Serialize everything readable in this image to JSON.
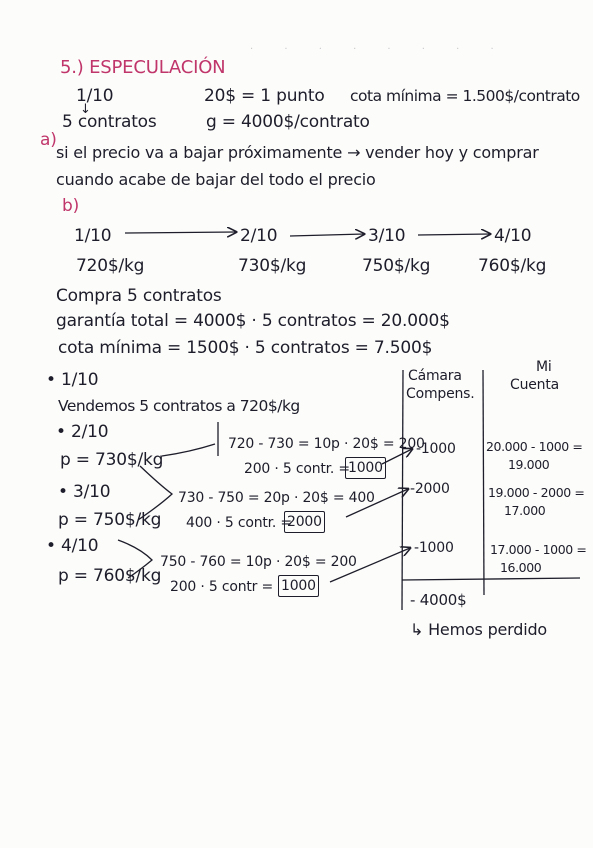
{
  "header": {
    "title": "5.) ESPECULACIÓN",
    "date_start": "1/10",
    "arrow": "↓",
    "contracts": "5 contratos",
    "point_value": "20$ = 1 punto",
    "guarantee": "g = 4000$/contrato",
    "min_quota": "cota mínima = 1.500$/contrato"
  },
  "part_a": {
    "label": "a)",
    "line1": "si el precio va a bajar próximamente → vender hoy y comprar",
    "line2": "cuando acabe de bajar del todo el precio"
  },
  "part_b": {
    "label": "b)",
    "dates": [
      "1/10",
      "2/10",
      "3/10",
      "4/10"
    ],
    "prices": [
      "720$/kg",
      "730$/kg",
      "750$/kg",
      "760$/kg"
    ],
    "buy": "Compra 5 contratos",
    "total_guarantee": "garantía total = 4000$ · 5 contratos = 20.000$",
    "min_quota": "cota mínima = 1500$ · 5 contratos = 7.500$"
  },
  "table": {
    "col1_header": [
      "Cámara",
      "Compens."
    ],
    "col2_header": [
      "Mi",
      "Cuenta"
    ],
    "clearing": [
      "-1000",
      "-2000",
      "-1000"
    ],
    "account": [
      [
        "20.000 - 1000 =",
        "19.000"
      ],
      [
        "19.000 - 2000 =",
        "17.000"
      ],
      [
        "17.000 - 1000 =",
        "16.000"
      ]
    ],
    "total": "- 4000$",
    "result": "↳ Hemos perdido"
  },
  "entries": {
    "d1": "• 1/10",
    "sell": "Vendemos 5 contratos a 720$/kg",
    "d2": "• 2/10",
    "p2": "p = 730$/kg",
    "calc2a": "720 - 730 = 10p · 20$ = 200",
    "calc2b": "200 · 5 contr. =",
    "box2": "1000",
    "d3": "• 3/10",
    "p3": "p = 750$/kg",
    "calc3a": "730 - 750 = 20p · 20$ = 400",
    "calc3b": "400 · 5 contr. =",
    "box3": "2000",
    "d4": "• 4/10",
    "p4": "p = 760$/kg",
    "calc4a": "750 - 760 = 10p · 20$ = 200",
    "calc4b": "200 · 5 contr =",
    "box4": "1000"
  }
}
